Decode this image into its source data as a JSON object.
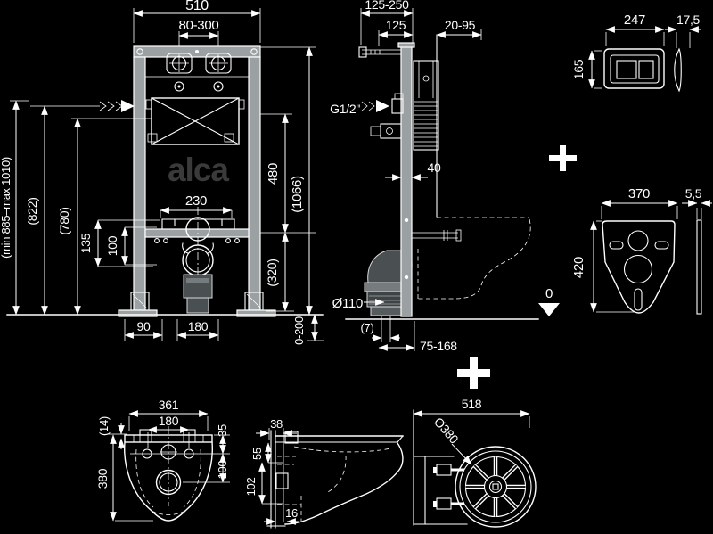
{
  "colors": {
    "background": "#000000",
    "line": "#ffffff",
    "rail_fill": "#9ba0a2",
    "pipe_dark": "#4a4f51",
    "pipe_mid": "#767c7e",
    "logo": "#3a3a3a"
  },
  "logo": "alca",
  "frame_front": {
    "width": "510",
    "inlet_spacing": "80-300",
    "height_range": "(min 885–max 1010)",
    "inlet_height": "(822)",
    "cistern_height": "(780)",
    "dim_135": "135",
    "dim_100": "100",
    "dim_230": "230",
    "dim_480": "480",
    "dim_320": "(320)",
    "frame_height": "(1066)",
    "dim_90": "90",
    "dim_180": "180",
    "feet_range": "0-200"
  },
  "frame_side": {
    "depth_range": "125-250",
    "depth": "125",
    "wall_range": "20-95",
    "water_inlet": "G1/2\"",
    "dim_40": "40",
    "outlet_dia": "Ø110",
    "dim_7": "(7)",
    "outlet_range": "75-168"
  },
  "flush_plate": {
    "width": "247",
    "thickness": "17,5",
    "height": "165"
  },
  "insulation_pad": {
    "width": "370",
    "thickness": "5,5",
    "height": "420",
    "floor_level": "0"
  },
  "bowl_rear": {
    "width": "361",
    "bolt_spacing": "180",
    "rim": "(14)",
    "dim_35": "35",
    "dim_100": "100",
    "height": "380"
  },
  "bowl_side": {
    "dim_38": "38",
    "dim_55": "55",
    "dim_102": "102",
    "dim_16": "16"
  },
  "drain_template": {
    "width": "518",
    "diameter": "Ø380"
  }
}
